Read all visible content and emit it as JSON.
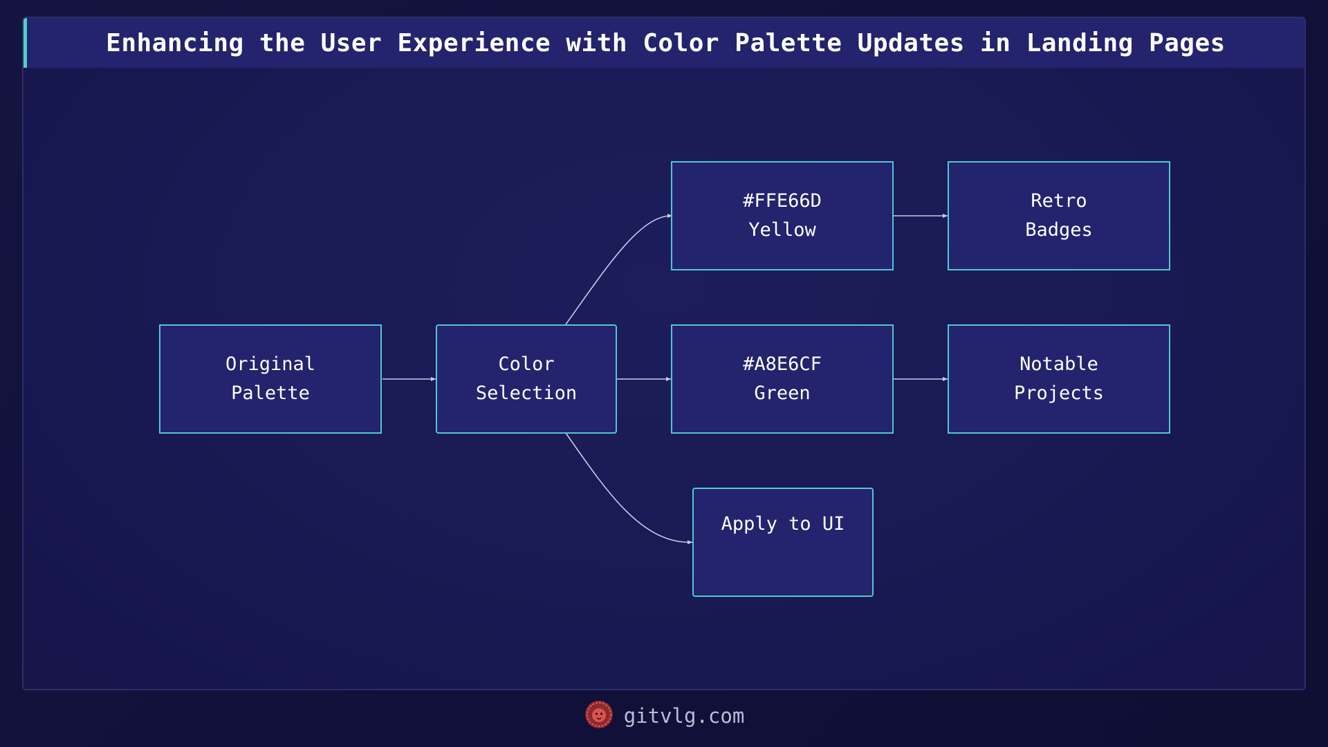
{
  "title": "Enhancing the User Experience with Color Palette Updates in Landing Pages",
  "nodes": {
    "original_palette": [
      "Original",
      "Palette"
    ],
    "color_selection": [
      "Color",
      "Selection"
    ],
    "yellow": [
      "#FFE66D",
      "Yellow"
    ],
    "green": [
      "#A8E6CF",
      "Green"
    ],
    "apply_ui": [
      "Apply to UI"
    ],
    "retro_badges": [
      "Retro",
      "Badges"
    ],
    "notable_projects": [
      "Notable",
      "Projects"
    ]
  },
  "edges": [
    [
      "original_palette",
      "color_selection"
    ],
    [
      "color_selection",
      "yellow"
    ],
    [
      "color_selection",
      "green"
    ],
    [
      "color_selection",
      "apply_ui"
    ],
    [
      "yellow",
      "retro_badges"
    ],
    [
      "green",
      "notable_projects"
    ]
  ],
  "footer": {
    "site": "gitvlg.com",
    "logo_icon": "lion-logo-icon"
  },
  "colors": {
    "background": "#141440",
    "node_fill": "#23236e",
    "node_border": "#4fc9cf",
    "accent": "#4fd1c5",
    "edge": "#c8cde6",
    "logo": "#d9534f"
  }
}
